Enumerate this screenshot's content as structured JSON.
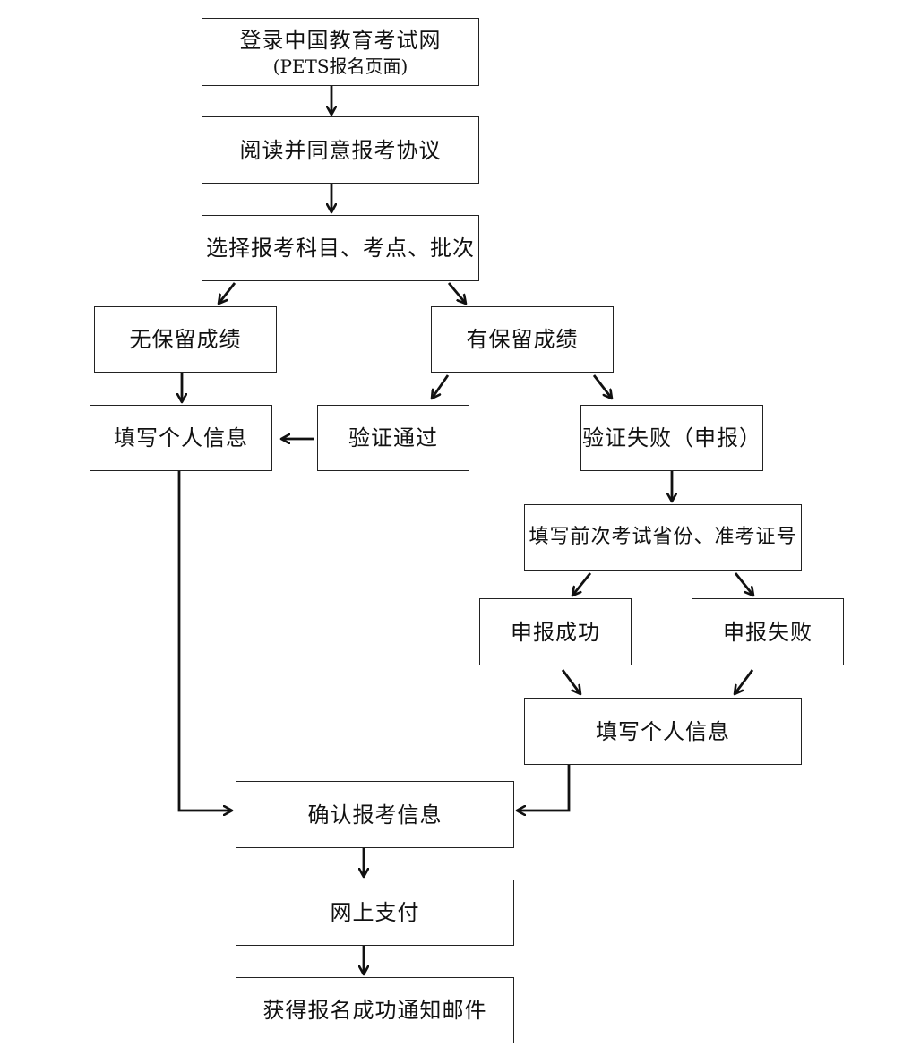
{
  "diagram": {
    "nodes": {
      "login": {
        "line1": "登录中国教育考试网",
        "line2": "(PETS报名页面)"
      },
      "agree": "阅读并同意报考协议",
      "select": "选择报考科目、考点、批次",
      "no_retained": "无保留成绩",
      "has_retained": "有保留成绩",
      "fill_info_left": "填写个人信息",
      "verify_pass": "验证通过",
      "verify_fail": "验证失败（申报）",
      "fill_previous": "填写前次考试省份、准考证号",
      "apply_success": "申报成功",
      "apply_fail": "申报失败",
      "fill_info_right": "填写个人信息",
      "confirm": "确认报考信息",
      "pay": "网上支付",
      "notify": "获得报名成功通知邮件"
    },
    "edges": [
      [
        "login",
        "agree"
      ],
      [
        "agree",
        "select"
      ],
      [
        "select",
        "no_retained"
      ],
      [
        "select",
        "has_retained"
      ],
      [
        "no_retained",
        "fill_info_left"
      ],
      [
        "has_retained",
        "verify_pass"
      ],
      [
        "has_retained",
        "verify_fail"
      ],
      [
        "verify_pass",
        "fill_info_left"
      ],
      [
        "verify_fail",
        "fill_previous"
      ],
      [
        "fill_previous",
        "apply_success"
      ],
      [
        "fill_previous",
        "apply_fail"
      ],
      [
        "apply_success",
        "fill_info_right"
      ],
      [
        "apply_fail",
        "fill_info_right"
      ],
      [
        "fill_info_left",
        "confirm"
      ],
      [
        "fill_info_right",
        "confirm"
      ],
      [
        "confirm",
        "pay"
      ],
      [
        "pay",
        "notify"
      ]
    ]
  }
}
